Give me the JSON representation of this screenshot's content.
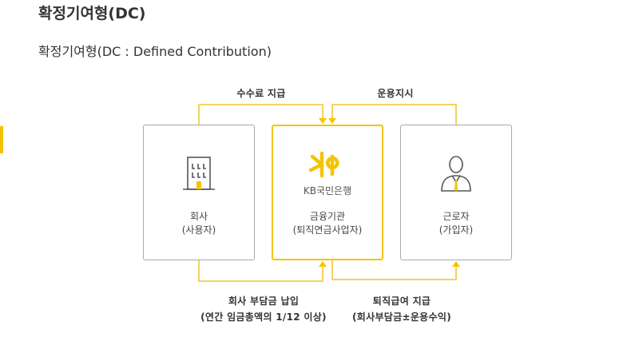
{
  "page": {
    "title": "확정기여형(DC)",
    "subtitle": "확정기여형(DC : Defined Contribution)"
  },
  "colors": {
    "accent": "#f5c400",
    "line": "#f5d25e",
    "box_border": "#a9a9a9",
    "text": "#333333"
  },
  "diagram": {
    "nodes": [
      {
        "id": "company",
        "icon": "building-icon",
        "name": "회사",
        "role": "(사용자)"
      },
      {
        "id": "bank",
        "icon": "kb-logo-icon",
        "logo_text": "KB국민은행",
        "name": "금융기관",
        "role": "(퇴직연금사업자)"
      },
      {
        "id": "worker",
        "icon": "person-icon",
        "name": "근로자",
        "role": "(가입자)"
      }
    ],
    "flows": {
      "fee_payment": "수수료 지급",
      "investment_order": "운용지시",
      "contribution": "회사 부담금 납입",
      "contribution_note": "(연간 임금총액의 1/12 이상)",
      "benefit_payment": "퇴직급여 지급",
      "benefit_note": "(회사부담금±운용수익)"
    }
  }
}
